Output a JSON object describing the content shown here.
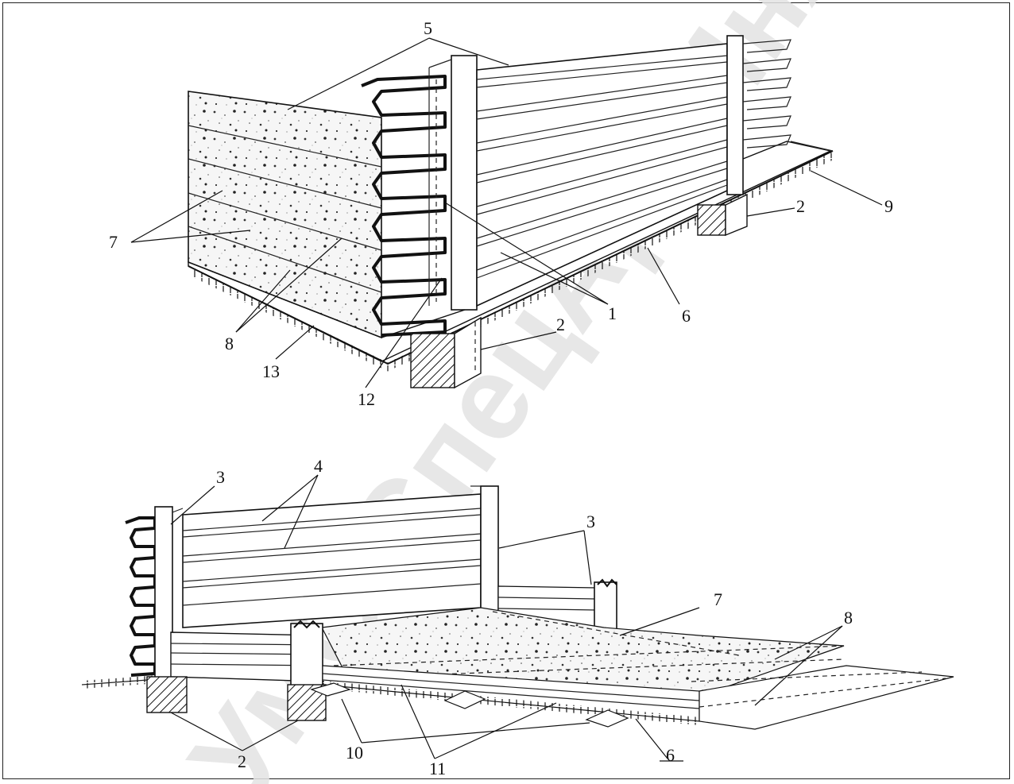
{
  "watermark": {
    "text": "УмС СпецАрмИнж",
    "color": "#e3e3e3"
  },
  "diagram": {
    "top_view": {
      "labels": [
        "1",
        "2",
        "2",
        "5",
        "6",
        "7",
        "8",
        "9",
        "12",
        "13"
      ]
    },
    "bottom_view": {
      "labels": [
        "2",
        "3",
        "3",
        "4",
        "6",
        "7",
        "8",
        "10",
        "11"
      ]
    }
  },
  "colors": {
    "line": "#111111",
    "background": "#ffffff",
    "concrete_speckle": "#333333"
  }
}
